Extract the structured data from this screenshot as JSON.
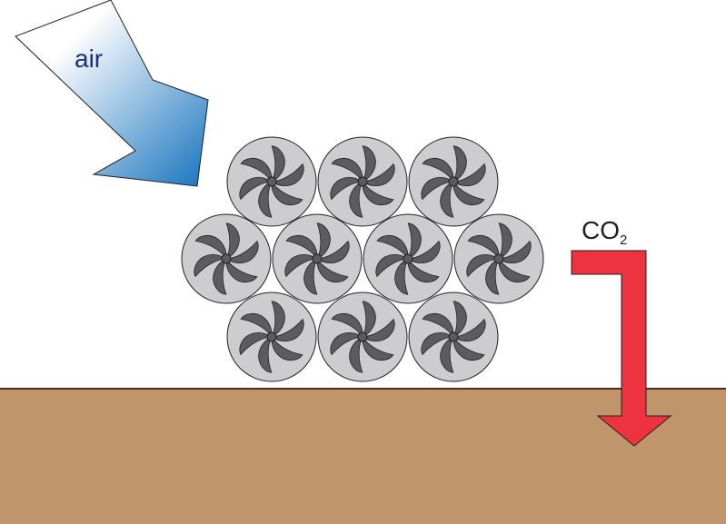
{
  "labels": {
    "air": "air",
    "co2_main": "CO",
    "co2_subscript": "2"
  },
  "colors": {
    "background": "#ffffff",
    "ground": "#c1956b",
    "ground_line": "#5a2a10",
    "air_arrow_dark": "#1773bf",
    "air_arrow_light": "#ffffff",
    "air_label": "#1b2d80",
    "co2_arrow": "#ee3340",
    "fan_housing": "#cdcdcf",
    "fan_blade": "#5c5c5e",
    "outline": "#231f20"
  },
  "icons": {
    "fan": "fan-icon",
    "air_arrow": "arrow-down-right-icon",
    "co2_arrow": "arrow-bent-down-icon"
  },
  "fan_array": {
    "rows": [
      3,
      4,
      3
    ],
    "blades_per_fan": 6
  }
}
